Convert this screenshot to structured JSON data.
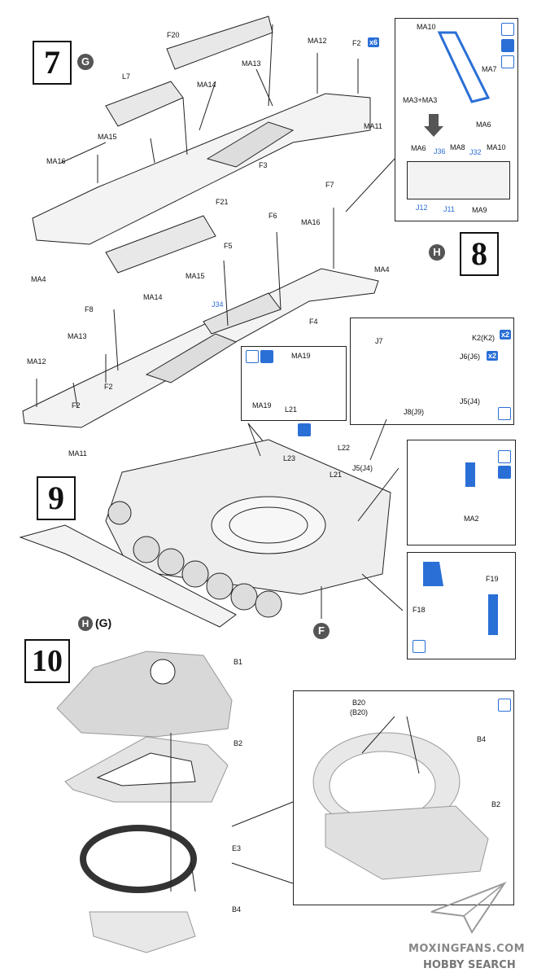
{
  "steps": {
    "s7": "7",
    "s8": "8",
    "s9": "9",
    "s10": "10"
  },
  "group_letters": {
    "g7": "G",
    "h8": "H",
    "f9": "F",
    "h9": "H",
    "g9": "(G)"
  },
  "colors": {
    "accent": "#2a6fd6",
    "ink": "#111111",
    "grey": "#555555"
  },
  "icons": {
    "glue": "glue-icon",
    "both_sides": "symmetric-icon",
    "drill": "drill-icon",
    "paint": "paint-icon"
  },
  "labels7": {
    "f20": "F20",
    "f2": "F2",
    "x6": "x6",
    "ma12": "MA12",
    "l7": "L7",
    "ma13": "MA13",
    "ma14": "MA14",
    "ma11": "MA11",
    "ma15": "MA15",
    "f3": "F3",
    "ma16": "MA16",
    "ma4": "MA4"
  },
  "inset_top": {
    "ma10": "MA10",
    "ma7": "MA7",
    "ma3": "MA3+MA3",
    "ma6": "MA6",
    "ma6b": "MA6",
    "ma8": "MA8",
    "ma10b": "MA10",
    "j36": "J36",
    "j32": "J32",
    "j12": "J12",
    "j11": "J11",
    "ma9": "MA9"
  },
  "labels8": {
    "f21": "F21",
    "f7": "F7",
    "f6": "F6",
    "ma16": "MA16",
    "f5": "F5",
    "ma4": "MA4",
    "ma15": "MA15",
    "f8": "F8",
    "ma14": "MA14",
    "j34": "J34",
    "f4": "F4",
    "ma13": "MA13",
    "ma12": "MA12",
    "f2a": "F2",
    "f2b": "F2",
    "ma11": "MA11"
  },
  "inset_ma19": {
    "ma19a": "MA19",
    "ma19b": "MA19",
    "l21": "L21"
  },
  "inset_wheel": {
    "k2": "K2(K2)",
    "x2a": "x2",
    "j7": "J7",
    "j6": "J6(J6)",
    "x2b": "x2",
    "j5": "J5(J4)",
    "j8": "J8(J9)"
  },
  "labels9": {
    "l23": "L23",
    "l22": "L22",
    "l21": "L21",
    "j5": "J5(J4)"
  },
  "inset_ma2": {
    "ma2": "MA2"
  },
  "inset_f19": {
    "f19": "F19",
    "f18": "F18"
  },
  "labels10": {
    "b1": "B1",
    "b2": "B2",
    "e3": "E3",
    "b4": "B4"
  },
  "inset10": {
    "b20": "B20",
    "b20b": "(B20)",
    "b4": "B4",
    "b2": "B2"
  },
  "watermark": {
    "line1": "MOXINGFANS.COM",
    "line2": "HOBBY SEARCH"
  }
}
